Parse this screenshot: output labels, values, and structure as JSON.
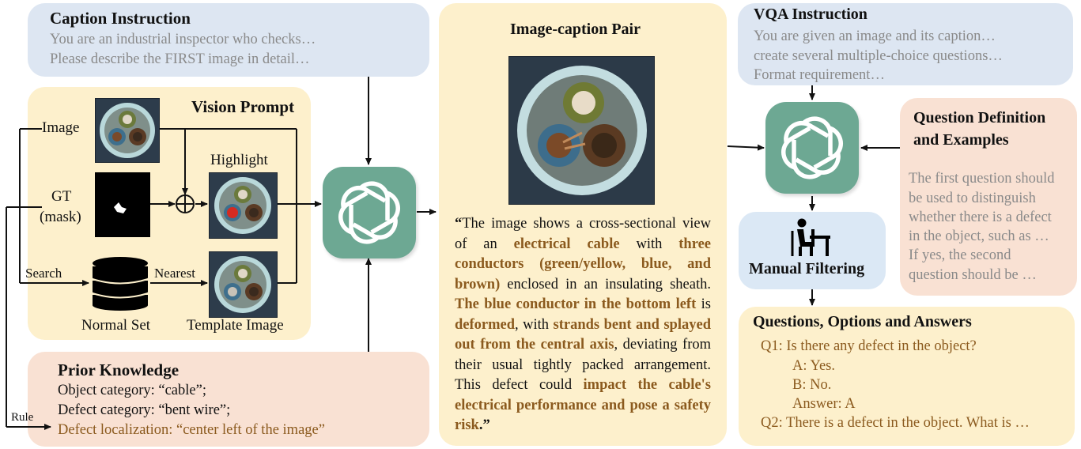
{
  "caption_instruction": {
    "title": "Caption Instruction",
    "lines": [
      "You are an industrial inspector who checks…",
      "Please describe the FIRST image in detail…"
    ]
  },
  "vision_prompt": {
    "title": "Vision Prompt",
    "image_label": "Image",
    "gt_label_1": "GT",
    "gt_label_2": "(mask)",
    "highlight_label": "Highlight",
    "search_label": "Search",
    "nearest_label": "Nearest",
    "normal_set_label": "Normal Set",
    "template_label": "Template Image"
  },
  "prior_knowledge": {
    "title": "Prior Knowledge",
    "line1": "Object category: “cable”;",
    "line2": "Defect category: “bent wire”;",
    "line3": "Defect localization: “center left of the image”",
    "rule_label": "Rule"
  },
  "image_caption_pair": {
    "title": "Image-caption Pair",
    "segments": [
      {
        "t": "“",
        "b": true,
        "plain": true
      },
      {
        "t": "The image shows a cross-sectional view of an ",
        "b": false
      },
      {
        "t": "electrical cable",
        "b": true
      },
      {
        "t": " with ",
        "b": false
      },
      {
        "t": "three conductors (green/yellow, blue, and brown)",
        "b": true
      },
      {
        "t": " enclosed in an insulating sheath. ",
        "b": false
      },
      {
        "t": "The blue conductor in the bottom left",
        "b": true
      },
      {
        "t": " is ",
        "b": false
      },
      {
        "t": "deformed",
        "b": true
      },
      {
        "t": ", with ",
        "b": false
      },
      {
        "t": "strands bent and splayed out from the central axis",
        "b": true
      },
      {
        "t": ", deviating from their usual tightly packed arrangement. This defect could ",
        "b": false
      },
      {
        "t": "impact the cable's electrical performance and pose a safety risk",
        "b": true
      },
      {
        "t": ".”",
        "b": false,
        "endbold": true
      }
    ]
  },
  "vqa_instruction": {
    "title": "VQA Instruction",
    "lines": [
      "You are given an image and its caption…",
      "create several multiple-choice questions…",
      "Format requirement…"
    ]
  },
  "question_definition": {
    "title_1": "Question Definition",
    "title_2": "and Examples",
    "lines": [
      "The first question should",
      "be used to distinguish",
      "whether there is a defect",
      "in the object, such as …",
      "If yes, the second",
      "question should be …"
    ]
  },
  "manual_filtering": {
    "label": "Manual Filtering"
  },
  "qoa": {
    "title": "Questions, Options and Answers",
    "q1": "Q1: Is there any defect in the object?",
    "a": "A: Yes.",
    "b": "B: No.",
    "answer": "Answer: A",
    "q2": "Q2: There is a defect in the object. What is …"
  },
  "colors": {
    "blue_box": "#dde6f2",
    "yellow_box": "#fdf0cc",
    "peach_box": "#f9e1d3",
    "gpt_green": "#6da893",
    "highlight_brown": "#8b5a1e",
    "gray_text": "#8a8a8a"
  },
  "icons": [
    "openai-logo-icon",
    "database-icon",
    "person-at-desk-icon",
    "xor-plus-icon"
  ]
}
